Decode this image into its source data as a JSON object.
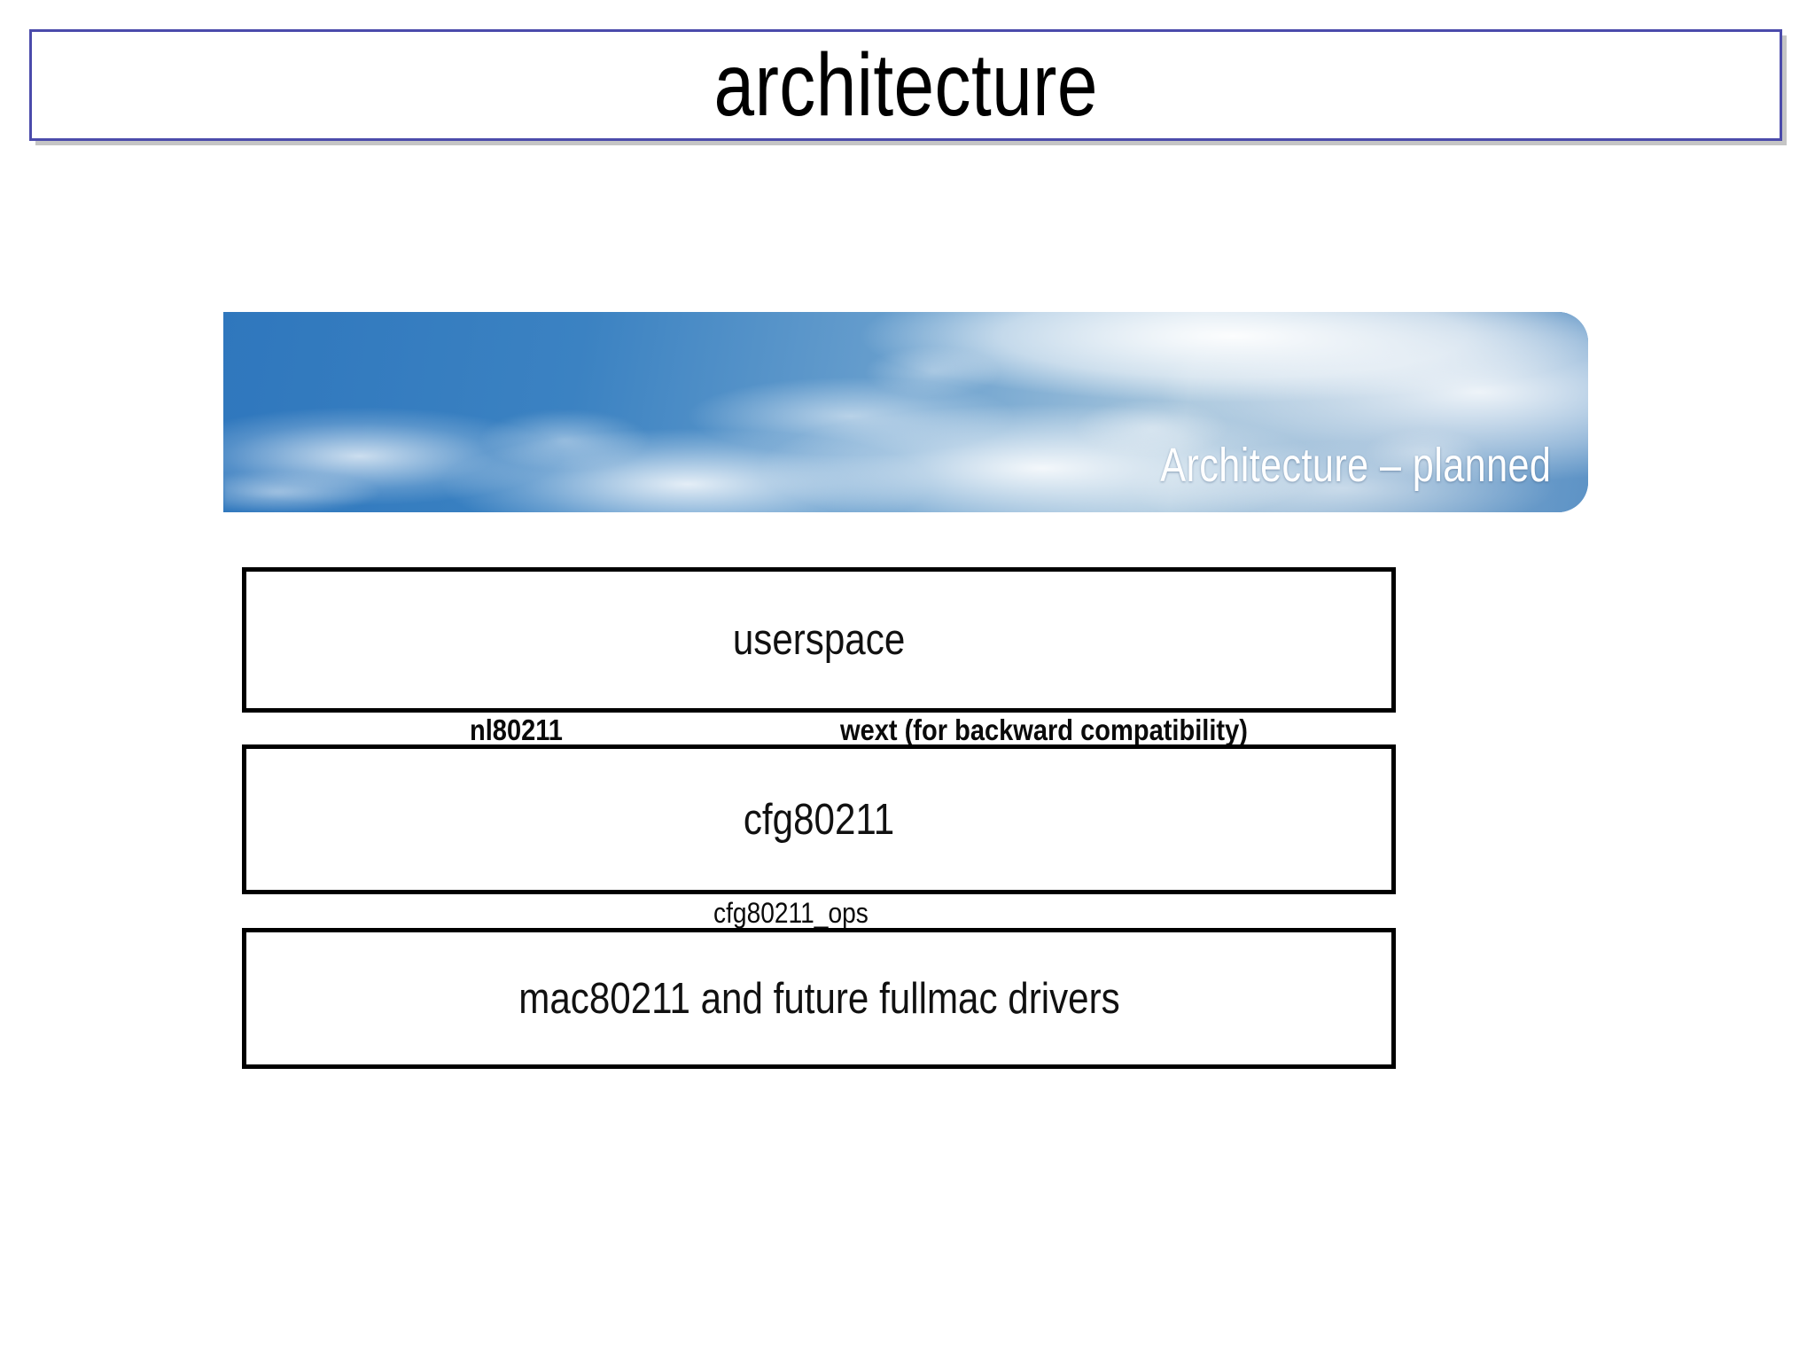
{
  "slide": {
    "title": "architecture",
    "accent_border_color": "#4b4bab",
    "background_color": "#ffffff"
  },
  "banner": {
    "caption": "Architecture – planned",
    "image_name": "sky-clouds-photo",
    "sky_blue": "#3a7cbb",
    "caption_color": "#ffffff"
  },
  "diagram": {
    "type": "layered-stack",
    "border_color": "#000000",
    "layers": [
      {
        "id": "userspace",
        "label": "userspace"
      },
      {
        "id": "cfg80211",
        "label": "cfg80211"
      },
      {
        "id": "mac80211",
        "label": "mac80211 and future fullmac drivers"
      }
    ],
    "interfaces": [
      {
        "id": "nl80211",
        "label": "nl80211",
        "between": "userspace-cfg80211"
      },
      {
        "id": "wext",
        "label": "wext (for backward compatibility)",
        "between": "userspace-cfg80211"
      },
      {
        "id": "cfg80211_ops",
        "label": "cfg80211_ops",
        "between": "cfg80211-mac80211"
      }
    ]
  }
}
